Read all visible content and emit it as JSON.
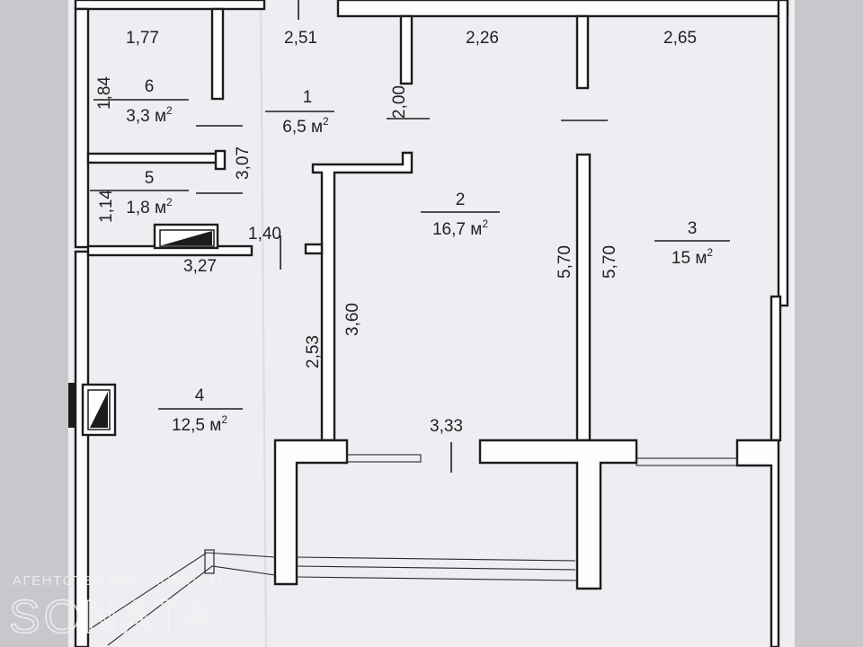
{
  "rooms": [
    {
      "number": "1",
      "area": "6,5",
      "unit": "м",
      "exp": "2"
    },
    {
      "number": "2",
      "area": "16,7",
      "unit": "м",
      "exp": "2"
    },
    {
      "number": "3",
      "area": "15",
      "unit": "м",
      "exp": "2"
    },
    {
      "number": "4",
      "area": "12,5",
      "unit": "м",
      "exp": "2"
    },
    {
      "number": "5",
      "area": "1,8",
      "unit": "м",
      "exp": "2"
    },
    {
      "number": "6",
      "area": "3,3",
      "unit": "м",
      "exp": "2"
    }
  ],
  "dimensions": {
    "d1_77": "1,77",
    "d2_51": "2,51",
    "d2_26": "2,26",
    "d2_65": "2,65",
    "d1_84": "1,84",
    "d2_00": "2,00",
    "d3_07": "3,07",
    "d1_14": "1,14",
    "d1_40": "1,40",
    "d3_27": "3,27",
    "d5_70a": "5,70",
    "d5_70b": "5,70",
    "d3_60": "3,60",
    "d2_53": "2,53",
    "d3_33": "3,33"
  },
  "watermark": {
    "agency": "АГЕНТСТВО НЕРУХОМОСТІ",
    "brand": "SONATA"
  }
}
